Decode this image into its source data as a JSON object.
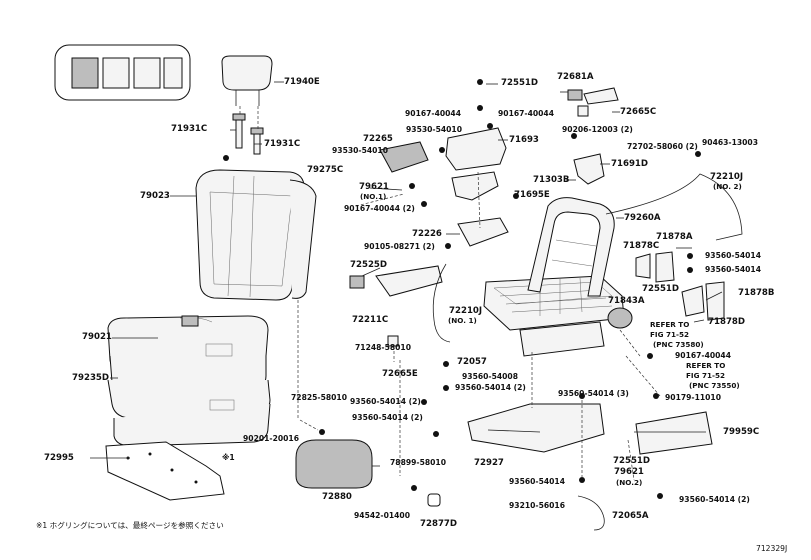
{
  "labels": {
    "p71940E": "71940E",
    "p71931C_a": "71931C",
    "p71931C_b": "71931C",
    "p93530_54010_a": "93530-54010",
    "p72265": "72265",
    "p79275C": "79275C",
    "p79023": "79023",
    "p79621_no1": "79621",
    "p79621_no1_sub": "(NO.1)",
    "p90167_40044_2a": "90167-40044 (2)",
    "p72551D_top": "72551D",
    "p72681A": "72681A",
    "p72665C": "72665C",
    "p90167_40044_a": "90167-40044",
    "p90167_40044_b": "90167-40044",
    "p93530_54010_b": "93530-54010",
    "p71693": "71693",
    "p90206_12003": "90206-12003 (2)",
    "p72702_58060": "72702-58060 (2)",
    "p90463_13003": "90463-13003",
    "p71691D": "71691D",
    "p71303B": "71303B",
    "p71695E": "71695E",
    "p72210J_no2": "72210J",
    "p72210J_no2_sub": "(NO. 2)",
    "p79260A": "79260A",
    "p72226": "72226",
    "p90105_08271": "90105-08271 (2)",
    "p71878A": "71878A",
    "p71878C": "71878C",
    "p93560_54014_a": "93560-54014",
    "p93560_54014_b": "93560-54014",
    "p72525D": "72525D",
    "p72551D_mid": "72551D",
    "p71878B": "71878B",
    "p71843A": "71843A",
    "p71878D": "71878D",
    "p72210J_no1": "72210J",
    "p72210J_no1_sub": "(NO. 1)",
    "p72211C": "72211C",
    "p79021": "79021",
    "p71248_58010": "71248-58010",
    "p72057": "72057",
    "p72665E": "72665E",
    "refer1_a": "REFER TO",
    "refer1_b": "FIG 71-52",
    "refer1_c": "(PNC 73580)",
    "p90167_40044_c": "90167-40044",
    "refer2_a": "REFER TO",
    "refer2_b": "FIG 71-52",
    "refer2_c": "(PNC 73550)",
    "p79235D": "79235D",
    "p93560_54008": "93560-54008",
    "p93560_54014_2a": "93560-54014 (2)",
    "p72825_58010": "72825-58010",
    "p93560_54014_2b": "93560-54014 (2)",
    "p93560_54014_3": "93560-54014 (3)",
    "p90179_11010": "90179-11010",
    "p93560_54014_2c": "93560-54014 (2)",
    "p79959C": "79959C",
    "p90201_20016": "90201-20016",
    "p72927": "72927",
    "p72551D_low": "72551D",
    "p72995": "72995",
    "note_ref": "※1",
    "p78899_58010": "78899-58010",
    "p79621_no2": "79621",
    "p79621_no2_sub": "(NO.2)",
    "p72880": "72880",
    "p93560_54014_c": "93560-54014",
    "p93560_54014_2d": "93560-54014 (2)",
    "p94542_01400": "94542-01400",
    "p93210_56016": "93210-56016",
    "p72065A": "72065A",
    "p72877D": "72877D",
    "footnote": "※1 ホグリングについては、最終ページを参照ください",
    "figure_id": "712329J"
  }
}
